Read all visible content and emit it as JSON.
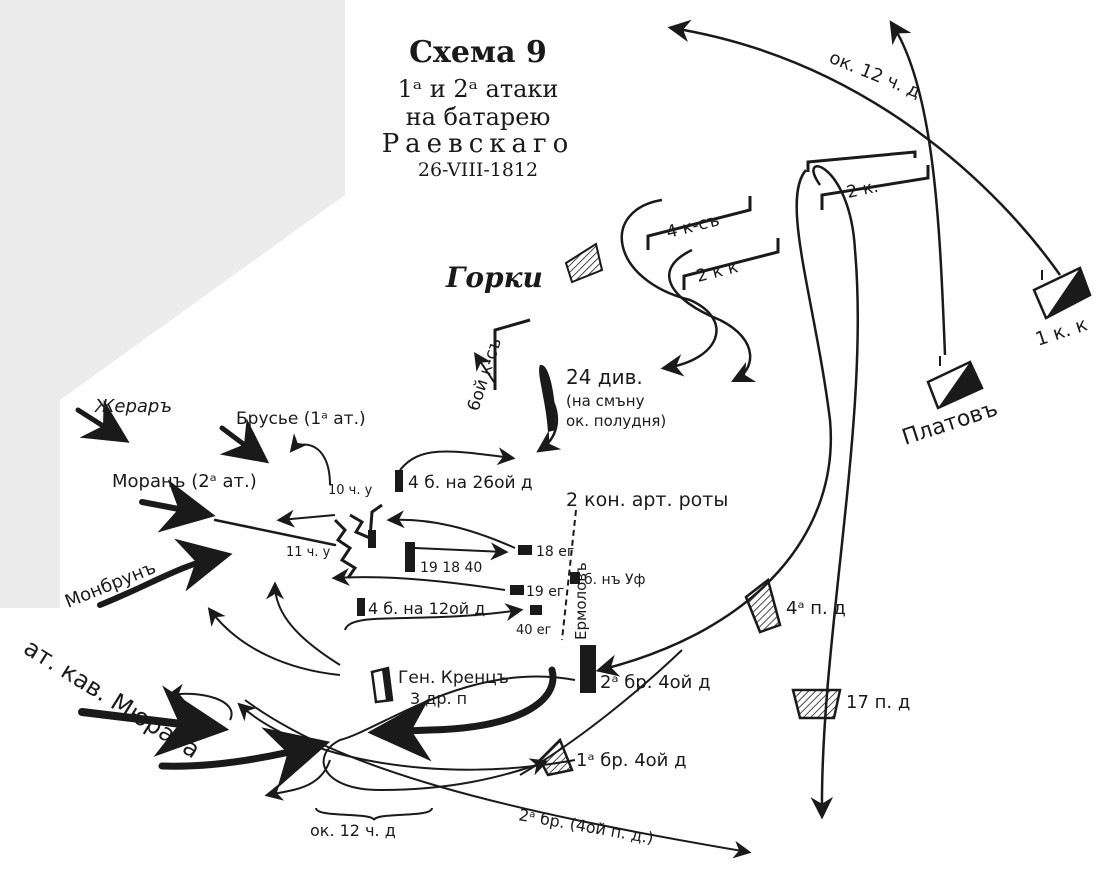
{
  "title": {
    "line1": "Схема 9",
    "line2": "1ᵃ и 2ᵃ атаки",
    "line3": "на батарею",
    "line4": "Раевскаго",
    "line5": "26-VIII-1812"
  },
  "labels": {
    "gorki": "Горки",
    "k4": "4 к-съ",
    "kk2": "2 к к",
    "k2": "2 к.",
    "k1": "1 к. к",
    "platov": "Платовъ",
    "ok12_top": "ок. 12 ч. д",
    "k6": "6ой к-съ",
    "div24": "24 див.",
    "div24_note1": "(на смъну",
    "div24_note2": "ок. полудня)",
    "gerard": "Жераръ",
    "broussier": "Брусье (1ᵃ ат.)",
    "morand": "Моранъ (2ᵃ ат.)",
    "montbrun": "Монбрунъ",
    "murat": "ат. кав. Мюрата",
    "b4_26": "4 б. на 26ой д",
    "konart": "2 кон. арт. роты",
    "ermolov": "Ермоловъ",
    "e10": "10 ч. у",
    "e11": "11 ч. у",
    "r191840": "19 18 40",
    "eg18": "18 ег",
    "eg19": "19 ег",
    "eg40": "40 ег",
    "b_ufa": "б. нъ Уф",
    "b4_12": "4 б. на 12ой д",
    "krenz1": "Ген. Кренцъ",
    "krenz2": "3 др. п",
    "pd4": "4ᵃ п. д",
    "pd17": "17 п. д",
    "br2": "2ᵃ бр. 4ой д",
    "br1": "1ᵃ бр. 4ой д",
    "ok12_bottom": "ок. 12 ч. д",
    "br2_bottom": "2ᵃ бр. (4ой п. д.)"
  },
  "colors": {
    "ink": "#1a1a1a",
    "paper": "#ffffff",
    "background": "#ececec"
  }
}
